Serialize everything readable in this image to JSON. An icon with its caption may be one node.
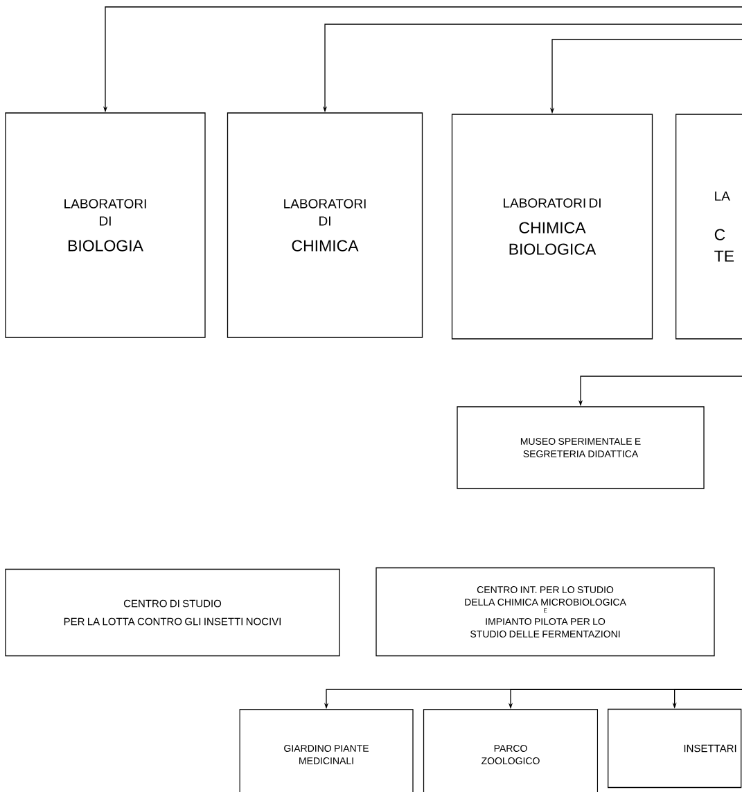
{
  "diagram": {
    "nodes": [
      {
        "text": [
          "LABORATORI DI",
          "BIOLOGIA"
        ]
      },
      {
        "text": [
          "LABORATORI DI",
          "CHIMICA"
        ]
      },
      {
        "text": [
          "LABORATORI DI",
          "CHIMICA BIOLOGICA"
        ]
      },
      {
        "text": [
          "LA",
          "C TE"
        ]
      },
      {
        "text": [
          "MUSEO SPERIMENTALE E SEGRETERIA DIDATTICA"
        ]
      },
      {
        "text": [
          "CENTRO DI STUDIO",
          "PER LA LOTTA CONTRO GLI INSETTI NOCIVI"
        ]
      },
      {
        "text": [
          "CENTRO INT. PER LO STUDIO DELLA CHIMICA MICROBIOLOGICA",
          "E",
          "IMPIANTO PILOTA PER LO STUDIO DELLE FERMENTAZIONI"
        ]
      },
      {
        "text": [
          "GIARDINO PIANTE MEDICINALI"
        ]
      },
      {
        "text": [
          "PARCO ZOOLOGICO"
        ]
      },
      {
        "text": [
          "INSETTARI"
        ]
      }
    ],
    "edges": [
      {
        "from": null,
        "to": 0,
        "arrow": "to"
      },
      {
        "from": null,
        "to": 1,
        "arrow": "to"
      },
      {
        "from": null,
        "to": 2,
        "arrow": "to"
      },
      {
        "from": null,
        "to": 4,
        "arrow": "to"
      },
      {
        "from": null,
        "to": 7,
        "arrow": "to"
      },
      {
        "from": null,
        "to": 8,
        "arrow": "to"
      },
      {
        "from": null,
        "to": 9,
        "arrow": "to"
      }
    ]
  }
}
